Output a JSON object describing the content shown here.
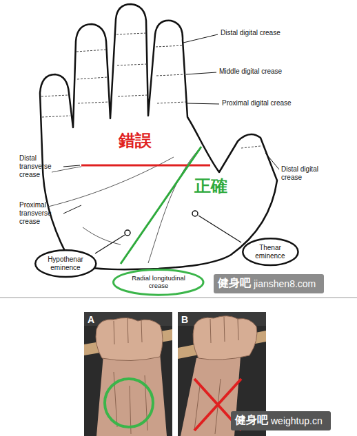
{
  "diagram": {
    "nodes": [
      {
        "text": [
          "Hypothenar eminence"
        ]
      },
      {
        "text": [
          "Thenar eminence"
        ]
      },
      {
        "text": [
          "Radial longitudinal crease"
        ]
      }
    ],
    "labels": [
      "Distal digital crease",
      "Middle digital crease",
      "Proximal digital crease",
      "錯誤",
      "Distal transverse crease",
      "正確",
      "Distal digital crease",
      "Proximal transverse crease",
      "健身吧",
      "jianshen8.com",
      "A",
      "B",
      "健身吧",
      "weightup.cn"
    ]
  }
}
